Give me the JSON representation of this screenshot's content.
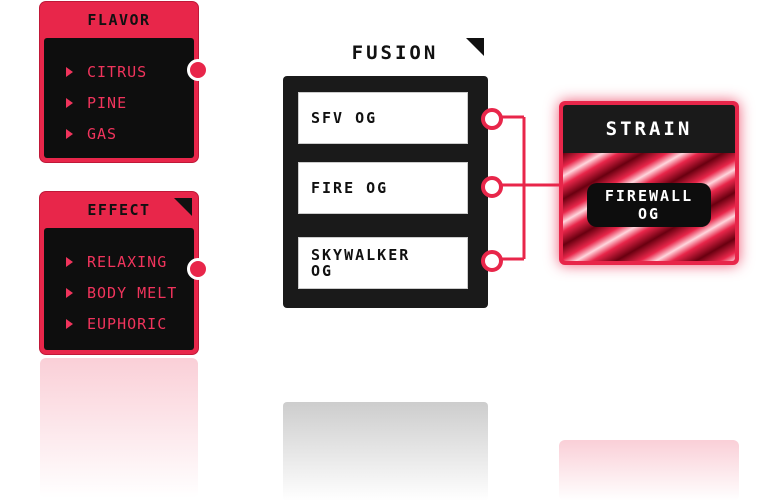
{
  "flavor": {
    "title": "FLAVOR",
    "items": [
      "CITRUS",
      "PINE",
      "GAS"
    ]
  },
  "effect": {
    "title": "EFFECT",
    "items": [
      "RELAXING",
      "BODY MELT",
      "EUPHORIC"
    ]
  },
  "fusion": {
    "title": "FUSION",
    "items": [
      "SFV OG",
      "FIRE OG",
      "SKYWALKER OG"
    ]
  },
  "strain": {
    "title": "STRAIN",
    "name_line1": "FIREWALL",
    "name_line2": "OG"
  },
  "colors": {
    "accent": "#e8264a",
    "dark": "#111111",
    "panel_text": "#f0345c"
  }
}
